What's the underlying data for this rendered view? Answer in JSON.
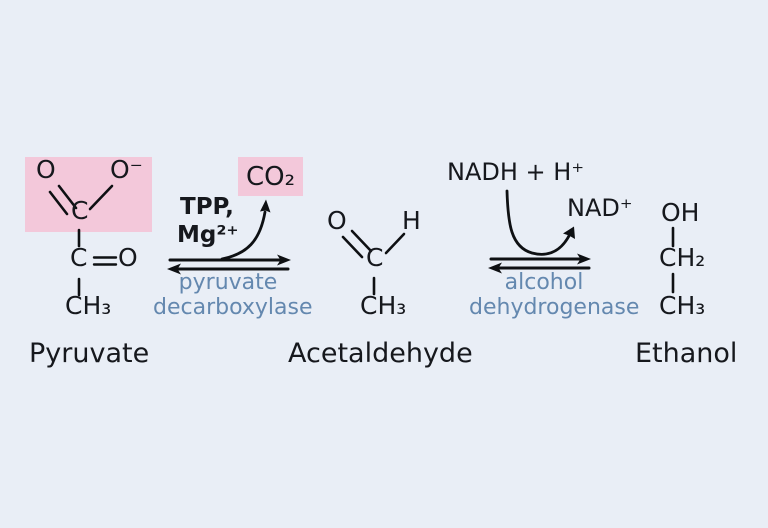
{
  "colors": {
    "background": "#e9eef6",
    "highlight_pink": "#f3c8da",
    "bond_black": "#0e1013",
    "text_dark": "#16181d",
    "enzyme_blue": "#6488af"
  },
  "pyruvate": {
    "label": "Pyruvate",
    "atoms": {
      "o_double": "O",
      "o_minus": "O⁻",
      "c_carboxyl": "C",
      "c_carbonyl": "C",
      "o_carbonyl": "O",
      "ch3": "CH₃"
    }
  },
  "reaction1": {
    "cofactor_line1": "TPP,",
    "cofactor_line2": "Mg²⁺",
    "byproduct": "CO₂",
    "enzyme_line1": "pyruvate",
    "enzyme_line2": "decarboxylase"
  },
  "acetaldehyde": {
    "label": "Acetaldehyde",
    "atoms": {
      "o": "O",
      "h": "H",
      "c": "C",
      "ch3": "CH₃"
    }
  },
  "reaction2": {
    "input": "NADH + H⁺",
    "output": "NAD⁺",
    "enzyme_line1": "alcohol",
    "enzyme_line2": "dehydrogenase"
  },
  "ethanol": {
    "label": "Ethanol",
    "atoms": {
      "oh": "OH",
      "ch2": "CH₂",
      "ch3": "CH₃"
    }
  }
}
